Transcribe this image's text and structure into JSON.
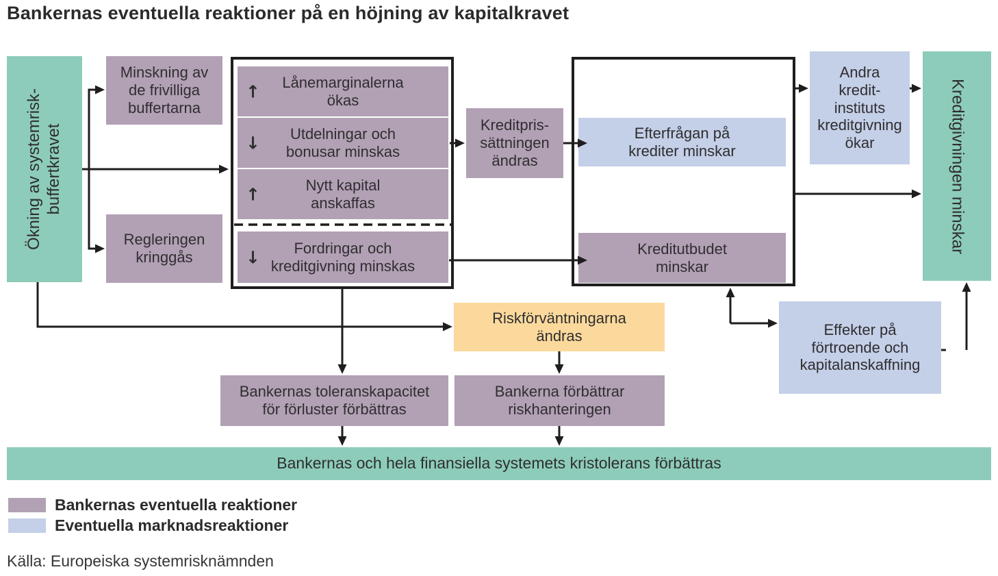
{
  "title": "Bankernas eventuella reaktioner på en höjning av kapitalkravet",
  "colors": {
    "bank_reaction_purple": "#b2a0b5",
    "market_reaction_blue": "#c4cfe8",
    "anchor_green": "#8dccba",
    "risk_yellow": "#fbd99c",
    "connector_line": "#1f1d1e"
  },
  "nodes": {
    "okning": {
      "label": "Ökning av systemrisk-\nbuffertkravet"
    },
    "minskning": {
      "label": "Minskning av\nde frivilliga\nbuffertarna"
    },
    "regleringen": {
      "label": "Regleringen\nkringgås"
    },
    "lanemarginalerna": {
      "label": "Lånemarginalerna\nökas",
      "arrow_glyph": "↑"
    },
    "utdelningar": {
      "label": "Utdelningar och\nbonusar minskas",
      "arrow_glyph": "↓"
    },
    "nytt_kapital": {
      "label": "Nytt kapital\nanskaffas",
      "arrow_glyph": "↑"
    },
    "fordringar": {
      "label": "Fordringar och\nkreditgivning minskas",
      "arrow_glyph": "↓"
    },
    "kreditpris": {
      "label": "Kreditpris-\nsättningen\nändras"
    },
    "efterfragan": {
      "label": "Efterfrågan på\nkrediter minskar"
    },
    "kreditutbudet": {
      "label": "Kreditutbudet\nminskar"
    },
    "andra_kreditinstitut": {
      "label": "Andra\nkredit-\ninstituts\nkreditgivning\nökar"
    },
    "kreditgivningen": {
      "label": "Kreditgivningen minskar"
    },
    "riskforvantningarna": {
      "label": "Riskförväntningarna\nändras"
    },
    "toleranskapacitet": {
      "label": "Bankernas toleranskapacitet\nför förluster förbättras"
    },
    "bankerna_forbattrar": {
      "label": "Bankerna förbättrar\nriskhanteringen"
    },
    "effekter": {
      "label": "Effekter på\nförtroende och\nkapitalanskaffning"
    },
    "kristolerans": {
      "label": "Bankernas och hela finansiella systemets kristolerans förbättras"
    }
  },
  "legend": {
    "items": [
      {
        "label": "Bankernas eventuella reaktioner",
        "color": "#b2a0b5"
      },
      {
        "label": "Eventuella marknadsreaktioner",
        "color": "#c4cfe8"
      }
    ]
  },
  "source": "Källa: Europeiska systemrisknämnden"
}
